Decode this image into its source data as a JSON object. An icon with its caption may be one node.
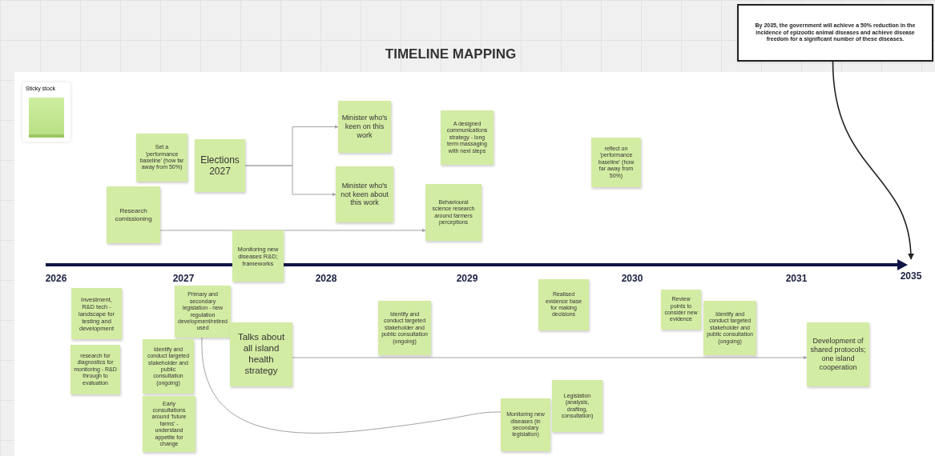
{
  "diagram": {
    "title": "TIMELINE MAPPING",
    "nodes": [
      {
        "text": [
          "By 2035, the government will achieve a 50% reduction in the incidence of epizootic animal diseases and achieve disease freedom for a significant number of these diseases."
        ]
      },
      {
        "text": [
          "Sticky stock"
        ]
      },
      {
        "text": [],
        "shape": "box",
        "in": 1
      },
      {
        "text": [
          "Set a 'performance baseline' (how far away from 50%)"
        ]
      },
      {
        "text": [
          "Elections 2027"
        ]
      },
      {
        "text": [
          "Research comissioning"
        ]
      },
      {
        "text": [
          "Minister who's keen on this work"
        ]
      },
      {
        "text": [
          "Minister who's not keen about this work"
        ]
      },
      {
        "text": [
          "A designed communications strategy - long term massaging with next steps"
        ]
      },
      {
        "text": [
          "Behavioural science research around farmers perceptions"
        ]
      },
      {
        "text": [
          "reflect on 'performance baseline' (how far away from 50%)"
        ]
      },
      {
        "text": [
          "Monitoring new diseases R&D; frameworks"
        ]
      },
      {
        "text": [
          "Investment, R&D tech - landscape for testing and development"
        ]
      },
      {
        "text": [
          "research for diagnostics for monitoring - R&D through to evaluation"
        ]
      },
      {
        "text": [
          "Primary and secondary legislation - new regulation development/retired used"
        ]
      },
      {
        "text": [
          "Identify and conduct targeted stakeholder and public consultation (ongoing)"
        ]
      },
      {
        "text": [
          "Talks about all island health strategy"
        ]
      },
      {
        "text": [
          "Early consultations around 'future farms' - understand appetite for change"
        ]
      },
      {
        "text": [
          "Identify and conduct targeted stakeholder and public consultation (ongoing)"
        ]
      },
      {
        "text": [
          "Realised evidence base for making decisions"
        ]
      },
      {
        "text": [
          "Review points to consider new evidence"
        ]
      },
      {
        "text": [
          "Identify and conduct targeted stakeholder and public consultation (ongoing)"
        ]
      },
      {
        "text": [
          "Development of shared protocols; one island cooperation"
        ]
      },
      {
        "text": [
          "Monitoring new diseases (in secondary legislation)"
        ]
      },
      {
        "text": [
          "Legislation (analysis, drafting, consultation)"
        ]
      },
      {
        "text": [
          "2035"
        ]
      }
    ],
    "edges": [
      {
        "from": 4,
        "to": 6,
        "arrow": "to"
      },
      {
        "from": 4,
        "to": 7,
        "arrow": "to"
      },
      {
        "from": 5,
        "to": 9,
        "arrow": "to"
      },
      {
        "from": 16,
        "to": 22,
        "arrow": "to"
      },
      {
        "from": 14,
        "to": 23,
        "arrow": "none"
      },
      {
        "from": 0,
        "to": 25,
        "arrow": "to",
        "color": "#222222"
      }
    ],
    "labels": [
      "2026",
      "2027",
      "2028",
      "2029",
      "2030",
      "2031"
    ]
  }
}
